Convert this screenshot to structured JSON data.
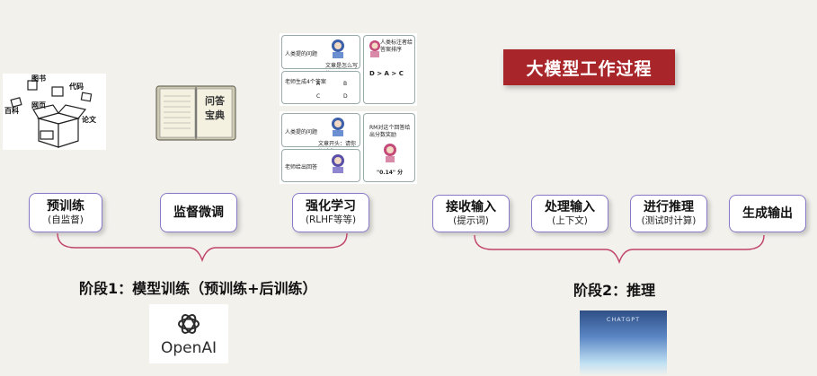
{
  "title": "大模型工作过程",
  "training": {
    "steps": [
      {
        "main": "预训练",
        "sub": "(自监督)"
      },
      {
        "main": "监督微调",
        "sub": ""
      },
      {
        "main": "强化学习",
        "sub": "(RLHF等等)"
      }
    ],
    "stage_label": "阶段1：模型训练（预训练+后训练）"
  },
  "inference": {
    "steps": [
      {
        "main": "接收输入",
        "sub": "(提示词)"
      },
      {
        "main": "处理输入",
        "sub": "(上下文)"
      },
      {
        "main": "进行推理",
        "sub": "(测试时计算)"
      },
      {
        "main": "生成输出",
        "sub": ""
      }
    ],
    "stage_label": "阶段2：推理"
  },
  "images": {
    "pretrain_words": [
      "图书",
      "代码",
      "百科",
      "网页",
      "论文"
    ],
    "sft_book_title": "问答宝典",
    "rlhf_top": [
      "人类提的问题",
      "文章是怎么写的",
      "老师生成4个答案",
      "人类标注者给答案排序",
      "D > A > C"
    ],
    "rlhf_bottom": [
      "人类提的问题",
      "文章开头：请你告诉我",
      "老师给出回答",
      "RM对这个回答给出分数奖励",
      "\"0.14\" 分"
    ],
    "openai_logo_text": "OpenAI",
    "chatgpt_label": "CHATGPT"
  },
  "colors": {
    "title_bg": "#a8262a",
    "box_border": "#8a78c8",
    "brace": "#c0436a"
  }
}
